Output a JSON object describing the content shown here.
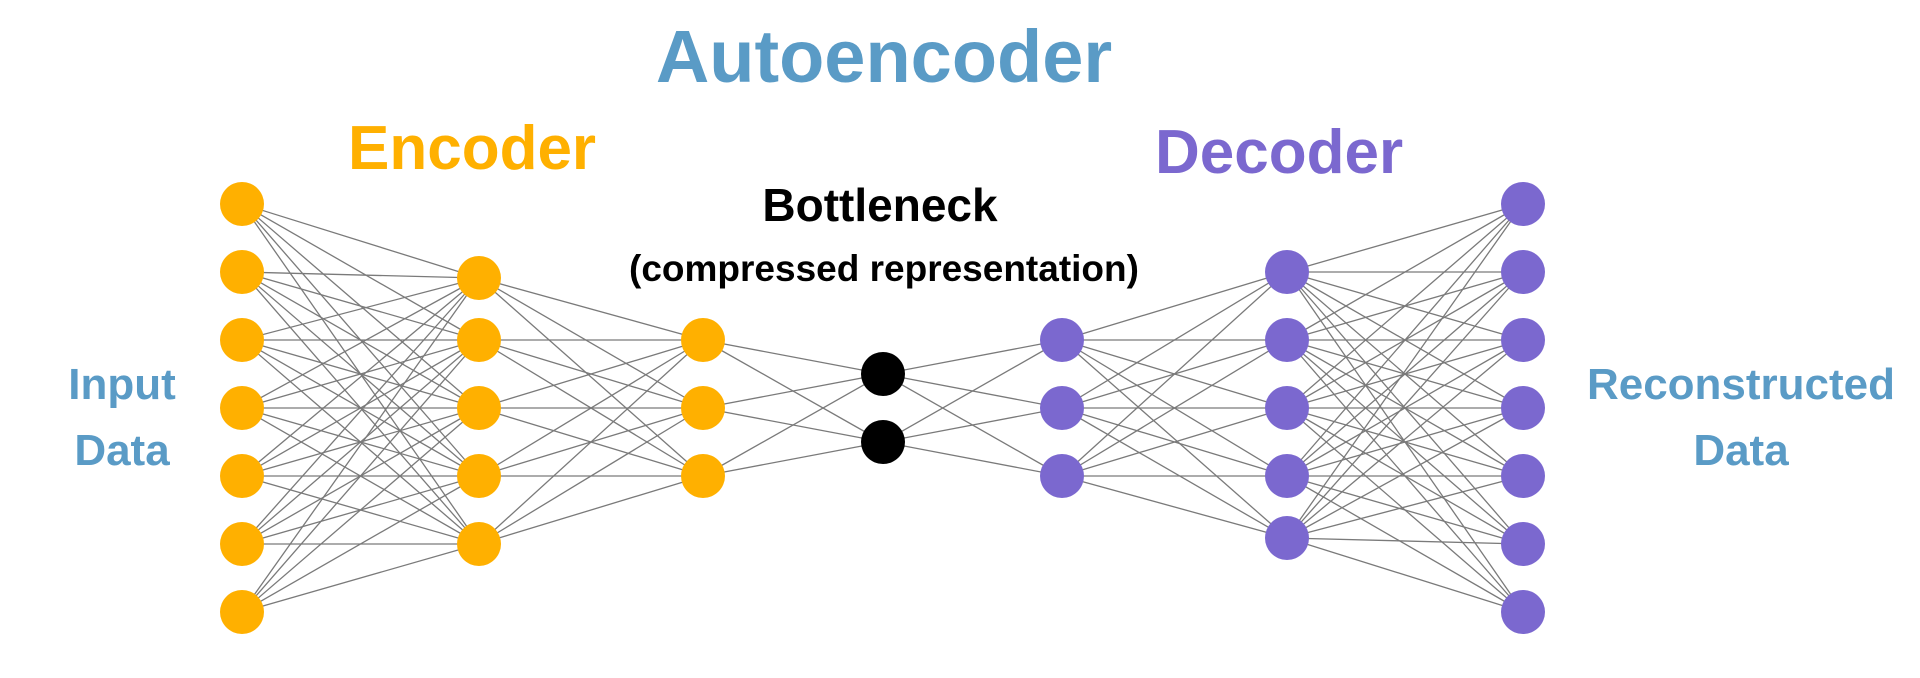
{
  "title": "Autoencoder",
  "encoder_label": "Encoder",
  "decoder_label": "Decoder",
  "bottleneck_label": "Bottleneck",
  "bottleneck_sublabel": "(compressed representation)",
  "input_label": {
    "line1": "Input",
    "line2": "Data"
  },
  "output_label": {
    "line1": "Reconstructed",
    "line2": "Data"
  },
  "colors": {
    "title": "#5a9bc6",
    "encoder": "#ffb000",
    "decoder": "#7b68cf",
    "bottleneck": "#000000",
    "side_labels": "#5a9bc6",
    "edges": "#7a7a7a"
  },
  "layers": [
    {
      "name": "input",
      "nodes": 7,
      "group": "encoder"
    },
    {
      "name": "encoder-hidden-1",
      "nodes": 5,
      "group": "encoder"
    },
    {
      "name": "encoder-hidden-2",
      "nodes": 3,
      "group": "encoder"
    },
    {
      "name": "bottleneck",
      "nodes": 2,
      "group": "bottleneck"
    },
    {
      "name": "decoder-hidden-1",
      "nodes": 3,
      "group": "decoder"
    },
    {
      "name": "decoder-hidden-2",
      "nodes": 5,
      "group": "decoder"
    },
    {
      "name": "output",
      "nodes": 7,
      "group": "decoder"
    }
  ]
}
